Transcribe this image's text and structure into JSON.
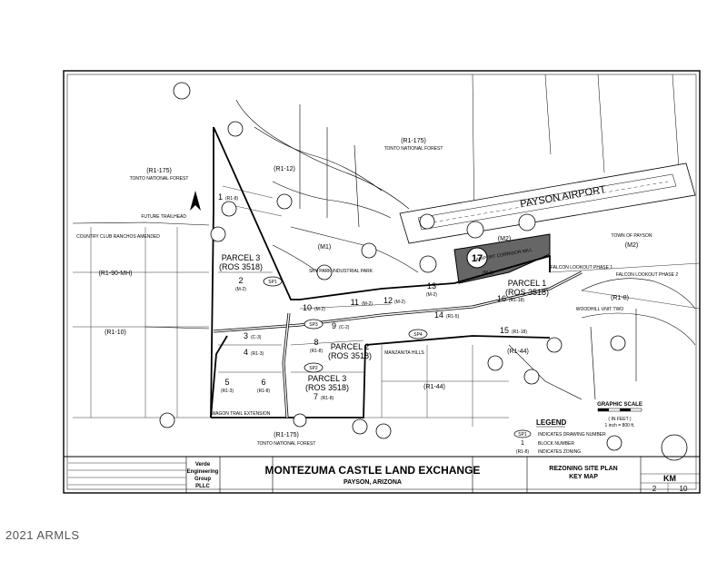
{
  "zones": {
    "r1_175_top": "(R1-175)",
    "tonto_top": "TONTO NATIONAL FOREST",
    "r1_175_left": "(R1-175)",
    "tonto_left": "TONTO NATIONAL FOREST",
    "r1_175_bottom": "(R1-175)",
    "tonto_bottom": "TONTO NATIONAL FOREST",
    "r1_90_mh": "(R1-90-MH)",
    "r1_10": "(R1-10)",
    "r1_12": "(R1-12)",
    "m1": "(M1)",
    "m2_mid": "(M2)",
    "m2_right": "(M2)",
    "r1_8_right": "(R1-8)",
    "r1_44_a": "(R1-44)",
    "r1_44_b": "(R1-44)",
    "r1_18": "(R1-18)",
    "town_of_payson": "TOWN OF PAYSON"
  },
  "parcels": {
    "p1_num": "1",
    "p1_zone": "(R1-8)",
    "p2_num": "2",
    "p2_zone": "(M-2)",
    "p3_num": "3",
    "p3_zone": "(C-3)",
    "p4_num": "4",
    "p4_zone": "(R1-3)",
    "p5_num": "5",
    "p5_zone": "(R1-3)",
    "p6_num": "6",
    "p6_zone": "(R1-8)",
    "p7_num": "7",
    "p7_zone": "(R1-8)",
    "p8_num": "8",
    "p8_zone": "(R1-8)",
    "p9_num": "9",
    "p9_zone": "(C-2)",
    "p10_num": "10",
    "p10_zone": "(M-2)",
    "p11_num": "11",
    "p11_zone": "(M-2)",
    "p12_num": "12",
    "p12_zone": "(M-2)",
    "p13_num": "13",
    "p13_zone": "(M-2)",
    "p14_num": "14",
    "p14_zone": "(R1-5)",
    "p15_num": "15",
    "p15_zone": "(R1-18)",
    "p16_num": "16",
    "p16_zone": "(R1-18)",
    "p17_num": "17",
    "p17_zone": "(M-2)",
    "parcel3_top_name": "PARCEL 3",
    "parcel3_top_ros": "(ROS 3518)",
    "parcel2_name": "PARCEL 2",
    "parcel2_ros": "(ROS 3518)",
    "parcel3_bot_name": "PARCEL 3",
    "parcel3_bot_ros": "(ROS 3518)",
    "parcel1_name": "PARCEL 1",
    "parcel1_ros": "(ROS 3518)"
  },
  "site_points": {
    "sp1": "SP1",
    "sp2": "SP2",
    "sp3": "SP3",
    "sp4": "SP4"
  },
  "places": {
    "payson_airport": "PAYSON   AIRPORT",
    "future_trailhead": "FUTURE TRAILHEAD",
    "country_club_ranchos": "COUNTRY CLUB RANCHOS AMENDED",
    "sky_park": "SKY PARK INDUSTRIAL PARK",
    "manzanita_hills": "MANZANITA HILLS",
    "falcon_lookout_1": "FALCON LOOKOUT PHASE 1",
    "falcon_lookout_2": "FALCON LOOKOUT PHASE 2",
    "woodhill": "WOODHILL UNIT TWO",
    "wagon_trail": "WAGON TRAIL EXTENSION",
    "airport_corridor": "AIRPORT CORRIDOR MILL"
  },
  "legend": {
    "title": "LEGEND",
    "sp1_symbol": "SP1",
    "sp1_text": "INDICATES DRAWING NUMBER",
    "block_symbol": "1",
    "block_text": "BLOCK NUMBER",
    "zone_symbol": "(R1-8)",
    "zone_text": "INDICATES ZONING"
  },
  "graphic_scale": {
    "title": "GRAPHIC SCALE",
    "units": "( IN FEET )",
    "ratio": "1 inch = 800 ft."
  },
  "title_block": {
    "company_line1": "Verde",
    "company_line2": "Engineering",
    "company_line3": "Group",
    "company_line4": "PLLC",
    "project": "MONTEZUMA CASTLE LAND EXCHANGE",
    "city": "PAYSON, ARIZONA",
    "sheet_title_1": "REZONING SITE PLAN",
    "sheet_title_2": "KEY MAP",
    "code": "KM",
    "sheet_no": "2",
    "sheet_total": "10"
  },
  "copyright": "2021 ARMLS"
}
